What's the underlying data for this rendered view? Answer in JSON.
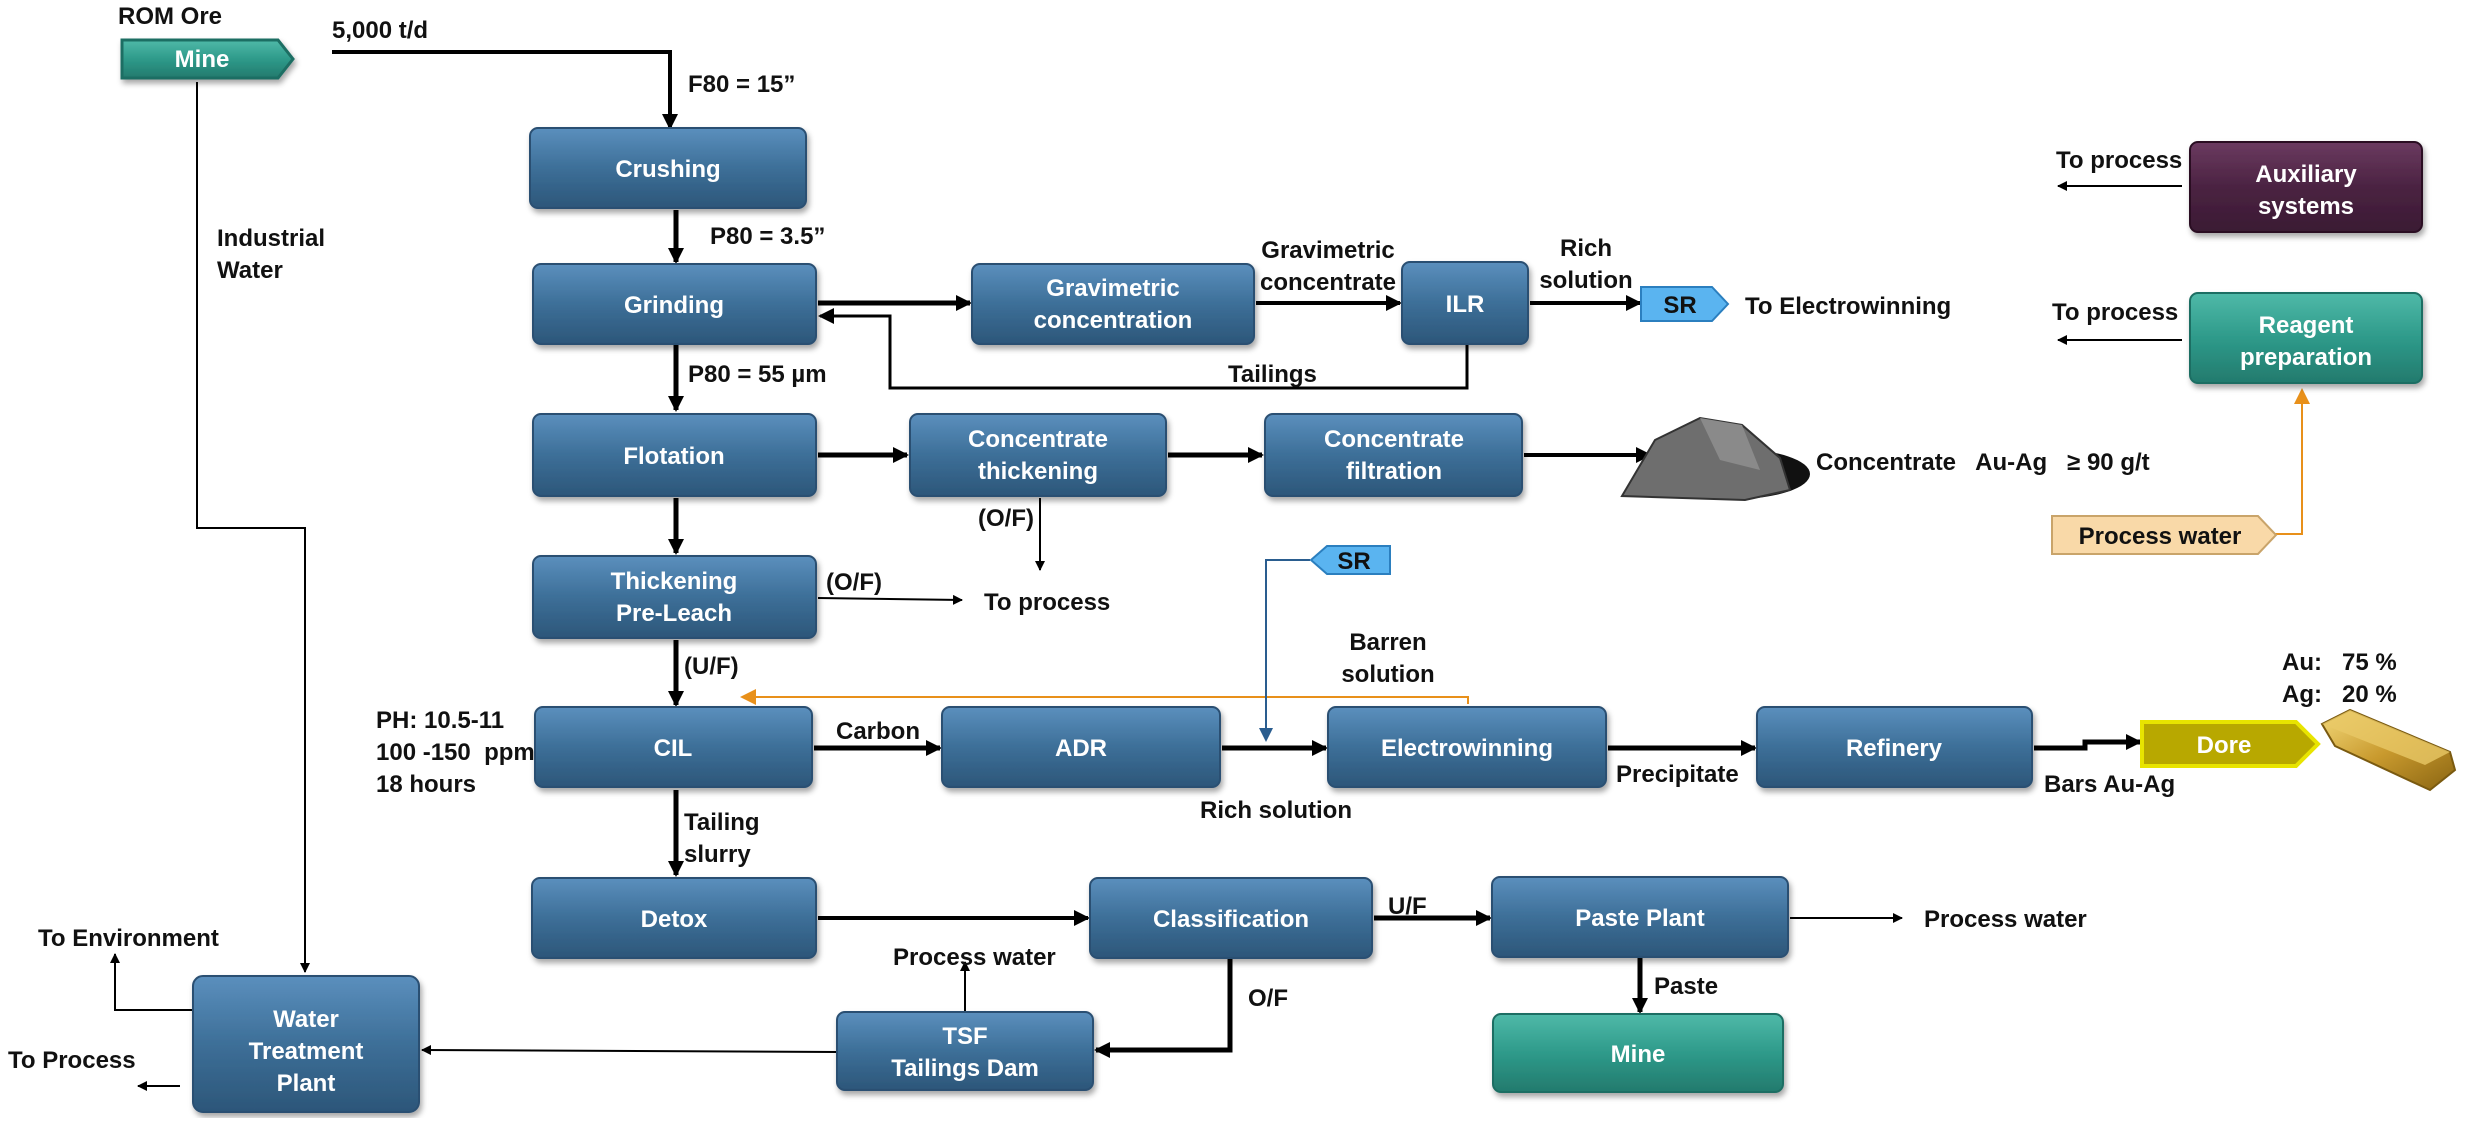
{
  "colors": {
    "process_box": "#3d6f98",
    "teal_box": "#2e9a8a",
    "aux_box": "#4b2342",
    "sr_tag": "#5ab4f0",
    "dore_tag": "#b8a800",
    "water_tag": "#f9d9a8",
    "orange_line": "#e8901a",
    "blue_line": "#2a5d8f"
  },
  "boxes": {
    "crushing": "Crushing",
    "grinding": "Grinding",
    "gravimetric": [
      "Gravimetric",
      "concentration"
    ],
    "ilr": "ILR",
    "flotation": "Flotation",
    "conc_thickening": [
      "Concentrate",
      "thickening"
    ],
    "conc_filtration": [
      "Concentrate",
      "filtration"
    ],
    "thickening_preleach": [
      "Thickening",
      "Pre-Leach"
    ],
    "cil": "CIL",
    "adr": "ADR",
    "electrowinning": "Electrowinning",
    "refinery": "Refinery",
    "detox": "Detox",
    "classification": "Classification",
    "paste_plant": "Paste Plant",
    "mine_bottom": "Mine",
    "tsf": [
      "TSF",
      "Tailings Dam"
    ],
    "water_treatment": [
      "Water",
      "Treatment",
      "Plant"
    ],
    "auxiliary": [
      "Auxiliary",
      "systems"
    ],
    "reagent": [
      "Reagent",
      "preparation"
    ]
  },
  "tags": {
    "mine_top": "Mine",
    "sr_top": "SR",
    "sr_mid": "SR",
    "dore": "Dore",
    "process_water": "Process water"
  },
  "labels": {
    "rom_ore": "ROM Ore",
    "feed_rate": "5,000 t/d",
    "f80": "F80 = 15”",
    "p80_crush": "P80 = 3.5”",
    "p80_grind": "P80 = 55 µm",
    "industrial_water": [
      "Industrial",
      "Water"
    ],
    "gravimetric_concentrate": [
      "Gravimetric",
      "concentrate"
    ],
    "rich_solution_top": [
      "Rich",
      "solution"
    ],
    "to_electrowinning": "To Electrowinning",
    "tailings": "Tailings",
    "concentrate_grade": "Concentrate   Au-Ag   ≥ 90 g/t",
    "of_conc": "(O/F)",
    "of_thick": "(O/F)",
    "to_process_thick": "To process",
    "uf_thick": "(U/F)",
    "barren_solution": [
      "Barren",
      "solution"
    ],
    "cil_conditions": [
      "PH: 10.5-11",
      "100 -150  ppm",
      "18 hours"
    ],
    "carbon": "Carbon",
    "rich_solution_adr": "Rich solution",
    "precipitate": "Precipitate",
    "bars_au_ag": "Bars Au-Ag",
    "au_pct": "Au:   75 %",
    "ag_pct": "Ag:   20 %",
    "tailing_slurry": [
      "Tailing",
      "slurry"
    ],
    "uf_class": "U/F",
    "of_class": "O/F",
    "process_water_paste": "Process water",
    "process_water_tsf": "Process water",
    "paste": "Paste",
    "to_environment": "To Environment",
    "to_process_wtp": "To Process",
    "to_process_aux": "To process",
    "to_process_reagent": "To process"
  }
}
